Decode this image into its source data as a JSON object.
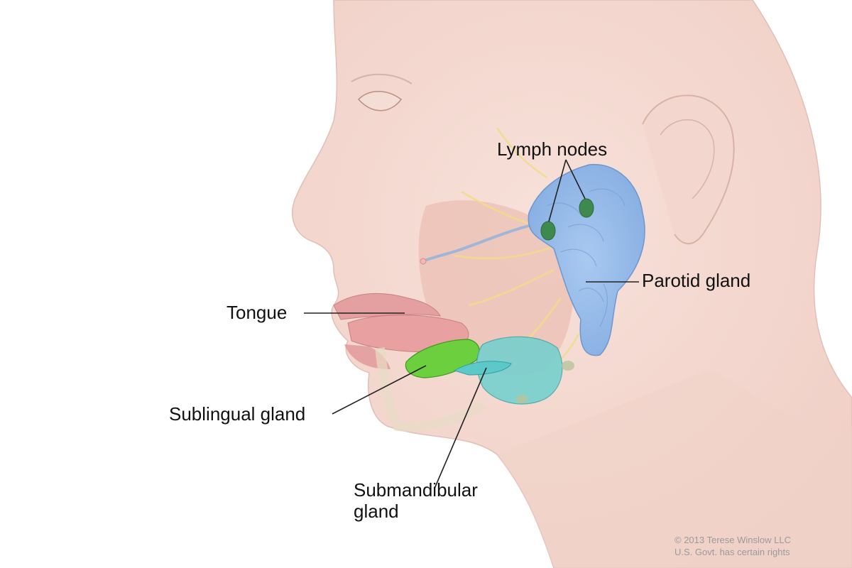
{
  "labels": {
    "lymph_nodes": "Lymph nodes",
    "parotid_gland": "Parotid gland",
    "tongue": "Tongue",
    "sublingual_gland": "Sublingual gland",
    "submandibular_gland_line1": "Submandibular",
    "submandibular_gland_line2": "gland"
  },
  "copyright": {
    "line1": "© 2013 Terese Winslow LLC",
    "line2": "U.S. Govt. has certain rights"
  },
  "colors": {
    "skin": "#f6e0d8",
    "parotid": "#9ec0ea",
    "sublingual": "#6ccf3e",
    "submandibular": "#5cc8c8",
    "lymph_node": "#3e8a4e",
    "nerve": "#f2dc8a",
    "tongue": "#e8a0a0",
    "leader_line": "#222222"
  }
}
